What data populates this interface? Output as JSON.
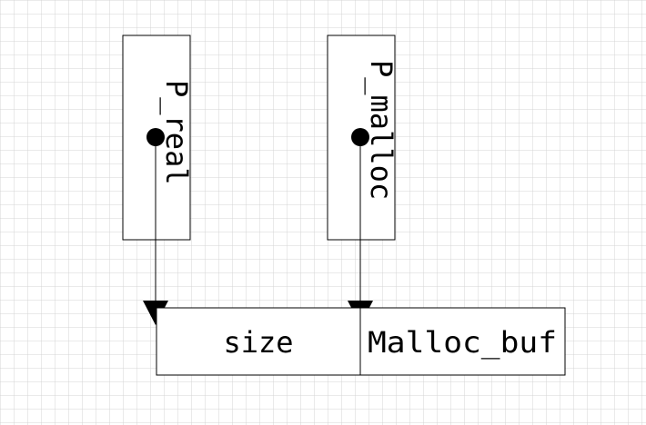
{
  "pointers": [
    {
      "label": "P_real"
    },
    {
      "label": "P_malloc"
    }
  ],
  "buffer": {
    "cells": [
      {
        "label": "size"
      },
      {
        "label": "Malloc_buf"
      }
    ]
  },
  "colors": {
    "grid": "#d4d4d4",
    "stroke": "#000000",
    "background": "#ffffff"
  }
}
